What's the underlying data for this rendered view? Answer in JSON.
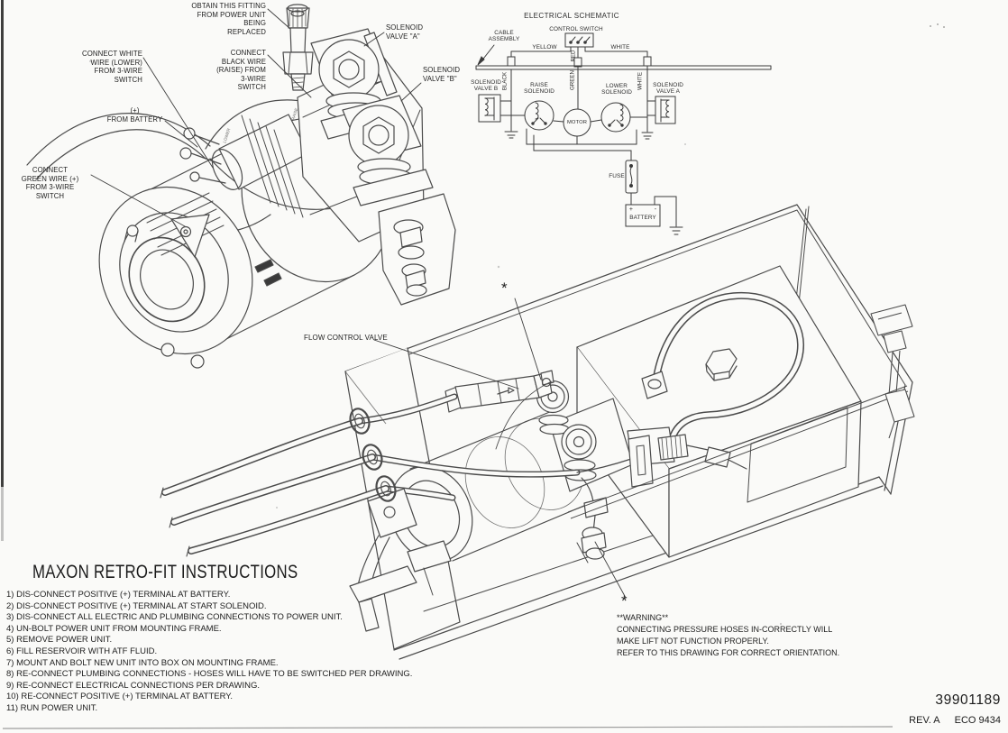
{
  "document": {
    "part_number": "39901189",
    "revision": "REV. A",
    "eco": "ECO 9434"
  },
  "instructions": {
    "title": "MAXON RETRO-FIT INSTRUCTIONS",
    "steps": [
      "1) DIS-CONNECT POSITIVE (+) TERMINAL AT BATTERY.",
      "2) DIS-CONNECT POSITIVE (+) TERMINAL AT START SOLENOID.",
      "3) DIS-CONNECT ALL ELECTRIC AND PLUMBING CONNECTIONS TO POWER UNIT.",
      "4) UN-BOLT POWER UNIT FROM MOUNTING FRAME.",
      "5) REMOVE POWER UNIT.",
      "6) FILL RESERVOIR WITH ATF FLUID.",
      "7) MOUNT AND BOLT NEW UNIT INTO BOX ON MOUNTING FRAME.",
      "8) RE-CONNECT PLUMBING CONNECTIONS - HOSES WILL HAVE TO BE SWITCHED PER DRAWING.",
      "9) RE-CONNECT ELECTRICAL CONNECTIONS PER DRAWING.",
      "10) RE-CONNECT POSITIVE (+) TERMINAL AT BATTERY.",
      "11) RUN POWER UNIT."
    ]
  },
  "warning": {
    "line1": "**WARNING**",
    "line2": "CONNECTING PRESSURE HOSES IN-CORRECTLY WILL",
    "line3": "MAKE LIFT NOT FUNCTION PROPERLY.",
    "line4": "REFER TO THIS DRAWING FOR CORRECT ORIENTATION."
  },
  "exploded_view": {
    "callout_obtain_fitting": "OBTAIN THIS FITTING\nFROM POWER UNIT BEING\nREPLACED",
    "callout_solenoid_valve_a": "SOLENOID\nVALVE \"A\"",
    "callout_solenoid_valve_b": "SOLENOID\nVALVE \"B\"",
    "callout_white_wire": "CONNECT WHITE\nWIRE (LOWER)\nFROM 3-WIRE SWITCH",
    "callout_black_wire": "CONNECT\nBLACK WIRE\n(RAISE) FROM\n3-WIRE SWITCH",
    "callout_battery_positive": "(+)\nFROM BATTERY",
    "callout_green_wire": "CONNECT\nGREEN WIRE (+)\nFROM 3-WIRE SWITCH",
    "micro_label_lower": "LOWER",
    "micro_label_raise": "RAISE"
  },
  "assembly_view": {
    "callout_flow_control_valve": "FLOW CONTROL VALVE",
    "asterisk_upper": "*",
    "asterisk_lower": "*"
  },
  "schematic": {
    "title": "ELECTRICAL SCHEMATIC",
    "control_switch": "CONTROL SWITCH",
    "cable_assembly": "CABLE\nASSEMBLY",
    "wire_yellow": "YELLOW",
    "wire_red": "RED",
    "wire_white_top": "WHITE",
    "wire_black": "BLACK",
    "wire_green": "GREEN",
    "wire_white_right": "WHITE",
    "solenoid_valve_b": "SOLENOID\nVALVE B",
    "raise_solenoid": "RAISE\nSOLENOID",
    "motor": "MOTOR",
    "lower_solenoid": "LOWER\nSOLENOID",
    "solenoid_valve_a": "SOLENOID\nVALVE A",
    "fuse": "FUSE",
    "battery": "BATTERY",
    "battery_plus": "+",
    "battery_minus": "-"
  }
}
